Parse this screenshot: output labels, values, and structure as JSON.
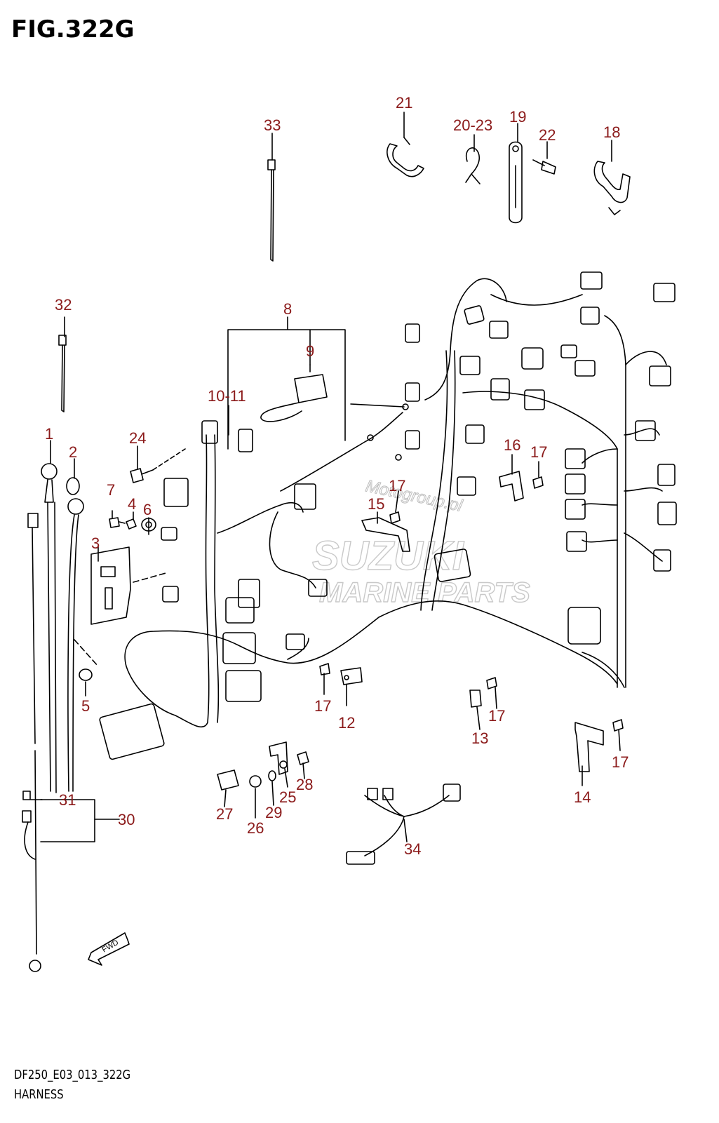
{
  "figure": {
    "title": "FIG.322G",
    "code": "DF250_E03_013_322G",
    "name": "HARNESS"
  },
  "watermark": {
    "line1": "SUZUKI",
    "line2": "MARINE PARTS",
    "line3": "Motogroup.pl"
  },
  "fwd_label": "FWD",
  "callouts": [
    "1",
    "2",
    "3",
    "4",
    "5",
    "6",
    "7",
    "8",
    "9",
    "10-11",
    "12",
    "13",
    "14",
    "15",
    "16",
    "17",
    "17",
    "17",
    "17",
    "17",
    "17",
    "18",
    "19",
    "20-23",
    "21",
    "22",
    "24",
    "25",
    "26",
    "27",
    "28",
    "29",
    "30",
    "31",
    "32",
    "33",
    "34"
  ],
  "colors": {
    "callout": "#8b1a1a",
    "line": "#000000",
    "watermark": "#c9c9c9"
  }
}
